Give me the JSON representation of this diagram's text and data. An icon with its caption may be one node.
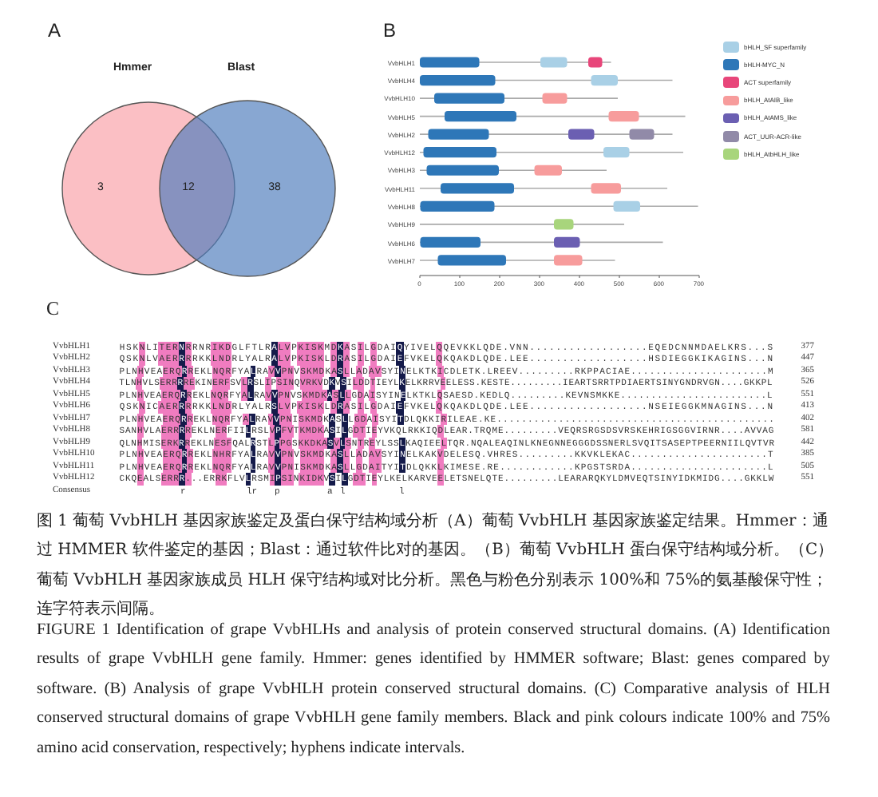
{
  "diagram": {
    "caption": "图 1 葡萄 VvbHLH 基因家族鉴定及蛋白保守结构域分析（A）葡萄 VvbHLH 基因家族鉴定结果。Hmmer：通过 HMMER 软件鉴定的基因；Blast：通过软件比对的基因。（B）葡萄 VvbHLH 蛋白保守结构域分析。（C）葡萄 VvbHLH 基因家族成员 HLH 保守结构域对比分析。黑色与粉色分别表示 100%和 75%的氨基酸保守性；连字符表示间隔。",
    "nodes": [
      {
        "text": [
          "Hmmer",
          "3"
        ]
      },
      {
        "text": [
          "Blast",
          "38"
        ]
      }
    ],
    "labels": [
      "A",
      "12",
      "B",
      "VvbHLH1",
      "VvbHLH4",
      "VvbHLH10",
      "VvbHLH5",
      "VvbHLH2",
      "VvbHLH12",
      "VvbHLH3",
      "VvbHLH11",
      "VvbHLH8",
      "VvbHLH9",
      "VvbHLH6",
      "VvbHLH7",
      "0",
      "100",
      "200",
      "300",
      "400",
      "500",
      "600",
      "700",
      "C",
      "VvbHLH1",
      "VvbHLH2",
      "VvbHLH3",
      "VvbHLH4",
      "VvbHLH5",
      "VvbHLH6",
      "VvbHLH7",
      "VvbHLH8",
      "VvbHLH9",
      "VvbHLH10",
      "VvbHLH11",
      "VvbHLH12",
      "HSKNLITERNRRNRIKDGLFTLRALVPKISKMDKASILGDAIQYIVELQQEVKKLQDE.VNN..................EQEDCNNMDAELKRS...S",
      "QSKNLVAERRRRKKLNDRLYALRALVPKISKLDRASILGDAIEFVKELQKQAKDLQDE.LEE..................HSDIEGGKIKAGINS...N",
      "PLNHVEAERQRREKLNQRFYALRAVVPNVSKMDKASLLADAVSYINELKTKICDLETK.LREEV.........RKPPACIAE......................M",
      "TLNHVLSERRRREKINERFSVLRSLIPSINQVRKVDKVSILDDTIEYLKELKRRVEELESS.KESTE.........IEARTSRRTPDIAERTSINYGNDRVGN....GKKPL",
      "PLNHVEAERQRREKLNQRFYALRAVVPNVSKMDKASLLGDAISYINELKTKLQSAESD.KEDLQ.........KEVNSMKKE........................L",
      "QSKNICAERRRRKKLNDRLYALRSLVPKISKLDRASILGDAIEFVKELQKQAKDLQDE.LEE..................NSEIEGGKMNAGINS...N",
      "PLNHVEAERQRREKLNQRFYALRAVVPNISKMDKASLLGDAISYITDLQKKIRILEAE.KE.............................................",
      "SANHVLAERRRREKLNERFIILRSLVPFVTKMDKASILGDTIEYVKQLRKKIQDLEAR.TRQME.........VEQRSRGSDSVRSKEHRIGSGGVIRNR....AVVAG",
      "QLNHMISERKRREKLNESFQALRSTLPPGSKKDKASVLSNTREYLSSLKAQIEELTQR.NQALEAQINLKNEGNNEGGGDSSNERLSVQITSASEPTPEERNIILQVTVR",
      "PLNHVEAERQRREKLNHRFYALRAVVPNVSKMDKASLLADAVSYINELKAKVDELESQ.VHRES.........KKVKLEKAC......................T",
      "PLNHVEAERQRREKLNQRFYALRAVVPNISKMDKASLLGDAITYITDLQKKLKIMESE.RE............KPGSTSRDA......................L",
      "CKQEALSERRR...ERRKFLVLRSMIPSINKIDKVSILGDTIEYLKELKARVEELETSNELQTE.........LEARARQKYLDMVEQTSINYIDKMIDG....GKKLW",
      "377",
      "447",
      "365",
      "526",
      "551",
      "413",
      "402",
      "581",
      "442",
      "385",
      "505",
      "551",
      "Consensus",
      "r",
      "lr",
      "p",
      "a",
      "l",
      "l",
      "FIGURE 1 Identification of grape VvbHLHs and analysis of protein conserved structural domains. (A) Identification results of grape VvbHLH gene family. Hmmer: genes identified by HMMER software; Blast: genes compared by software. (B) Analysis of grape VvbHLH protein conserved structural domains. (C) Comparative analysis of HLH conserved structural domains of grape VvbHLH gene family members. Black and pink colours indicate 100% and 75% amino acid conservation, respectively; hyphens indicate intervals."
    ],
    "legend": [
      {
        "text": "bHLH_SF superfamily",
        "color": "#a9d0e6"
      },
      {
        "text": "bHLH-MYC_N",
        "color": "#2e77b8"
      },
      {
        "text": "ACT superfamily",
        "color": "#e8467a"
      },
      {
        "text": "bHLH_AtAIB_like",
        "color": "#f79c9c"
      },
      {
        "text": "bHLH_AtAMS_like",
        "color": "#6b5fb2"
      },
      {
        "text": "ACT_UUR-ACR-like",
        "color": "#918aa8"
      },
      {
        "text": "bHLH_AtbHLH_like",
        "color": "#a8d57c"
      }
    ]
  }
}
